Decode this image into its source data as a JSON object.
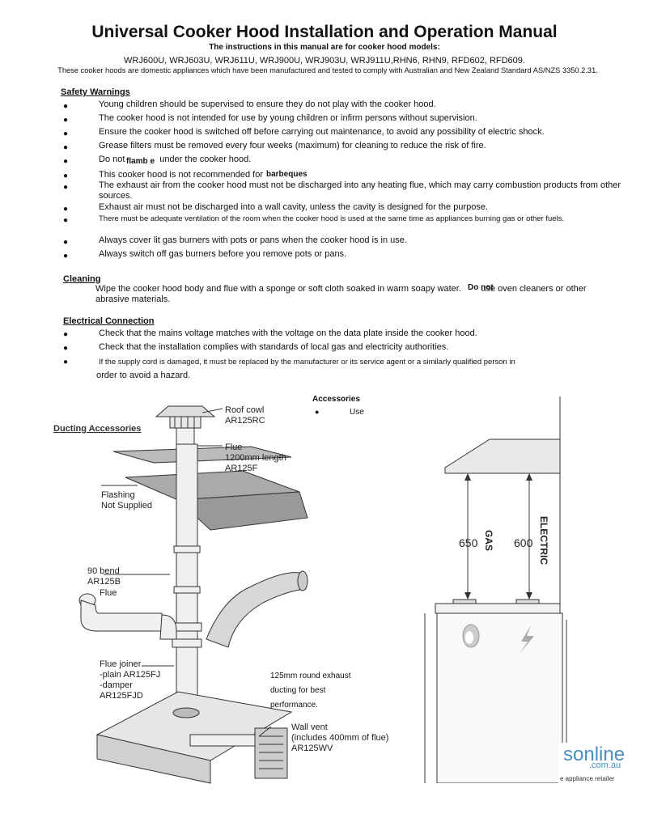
{
  "title": "Universal Cooker Hood Installation and Operation Manual",
  "subtitle": "The instructions in this manual are for cooker hood models:",
  "models": "WRJ600U, WRJ603U, WRJ611U, WRJ900U, WRJ903U, WRJ911U,RHN6, RHN9, RFD602, RFD609.",
  "compliance": "These cooker hoods are domestic appliances which have been manufactured and tested to comply with Australian and New Zealand Standard AS/NZS 3350.2.31.",
  "safety": {
    "heading": "Safety Warnings",
    "items": [
      "Young children should be supervised to ensure they do not play with the cooker hood.",
      "The cooker hood is not intended for use by young children or infirm persons without supervision.",
      "Ensure the cooker hood is switched off before carrying out maintenance, to avoid any possibility of electric shock.",
      "Grease filters must be removed every four weeks (maximum) for cleaning to reduce the risk of fire.",
      "Do not              under the cooker hood.",
      "This cooker hood is not recommended for",
      "The exhaust air from the cooker hood must not be discharged into any heating flue, which may carry combustion products from other sources.",
      "Exhaust air must not be discharged into a wall cavity, unless the cavity is designed for the purpose.",
      "There must be adequate ventilation of the room when the cooker hood is used at the same time as appliances burning gas or other fuels.",
      "Always cover lit gas burners with pots or pans when the cooker hood is in use.",
      "Always switch off gas burners before you remove pots or pans."
    ],
    "flambe": "flamb e",
    "barbeques": "barbeques"
  },
  "cleaning": {
    "heading": "Cleaning",
    "text": "Wipe the cooker hood body and flue with a sponge or soft cloth soaked in warm soapy water.        use oven cleaners or other abrasive materials.",
    "do_not": "Do not"
  },
  "electrical": {
    "heading": "Electrical Connection",
    "items": [
      "Check that the mains voltage matches with the voltage on the data plate inside the cooker hood.",
      "Check that the installation complies with standards of local gas and electricity authorities.",
      "If the supply cord is damaged, it must be replaced by the manufacturer or its service agent or a similarly qualified person in"
    ],
    "continuation": "order to avoid a hazard."
  },
  "accessories": {
    "heading": "Accessories",
    "item": "Use"
  },
  "ducting_diagram": {
    "heading": "Ducting Accessories",
    "roof_cowl": [
      "Roof cowl",
      "AR125RC"
    ],
    "flue": [
      "Flue",
      "1200mm length",
      "AR125F"
    ],
    "flashing": [
      "Flashing",
      "Not Supplied"
    ],
    "bend": [
      "90  bend",
      "AR125B",
      "Flue"
    ],
    "joiner": [
      "Flue joiner",
      "-plain AR125FJ",
      "-damper",
      "AR125FJD"
    ],
    "wall_vent": [
      "Wall vent",
      "(includes 400mm of flue)",
      "AR125WV"
    ],
    "exhaust_note": [
      "125mm round exhaust",
      "ducting for best",
      "performance."
    ]
  },
  "height_diagram": {
    "gas_value": "650",
    "gas_label": "GAS",
    "electric_value": "600",
    "electric_label": "ELECTRIC"
  },
  "watermark": {
    "brand": "sonline",
    "domain": ".com.au",
    "tagline": "e appliance retailer"
  }
}
